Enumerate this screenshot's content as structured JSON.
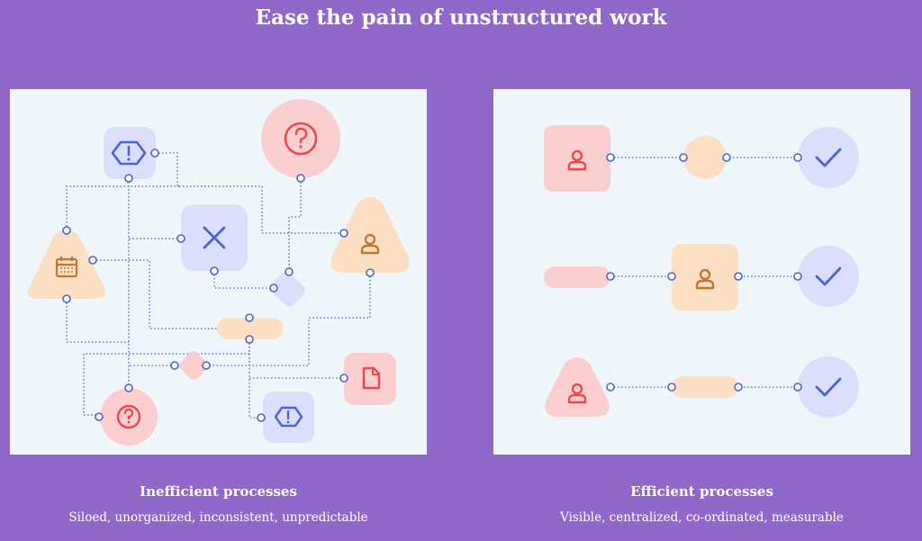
{
  "title": "Ease the pain of unstructured work",
  "colors": {
    "background": "#9068c9",
    "panel": "#eff7fb",
    "connector": "#4a63d9",
    "pink": "#fbcfd0",
    "peach": "#fde0c3",
    "lavender": "#dcdffb",
    "red_icon": "#f0474f",
    "orange_icon": "#c0772f",
    "blue_icon": "#4a63d9"
  },
  "inefficient": {
    "heading": "Inefficient processes",
    "subtitle": "Siloed, unorganized, inconsistent, unpredictable"
  },
  "efficient": {
    "heading": "Efficient processes",
    "subtitle": "Visible, centralized, co-ordinated, measurable"
  },
  "icons": [
    "alert-hexagon-icon",
    "question-icon",
    "close-icon",
    "user-icon",
    "calendar-icon",
    "document-icon",
    "check-icon"
  ]
}
